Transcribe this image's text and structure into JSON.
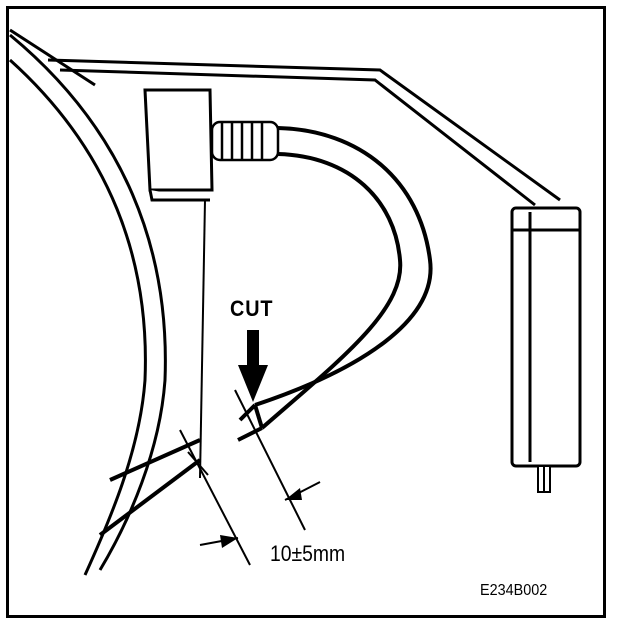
{
  "diagram": {
    "cut_label": "CUT",
    "dimension_label": "10±5mm",
    "figure_code": "E234B002"
  }
}
